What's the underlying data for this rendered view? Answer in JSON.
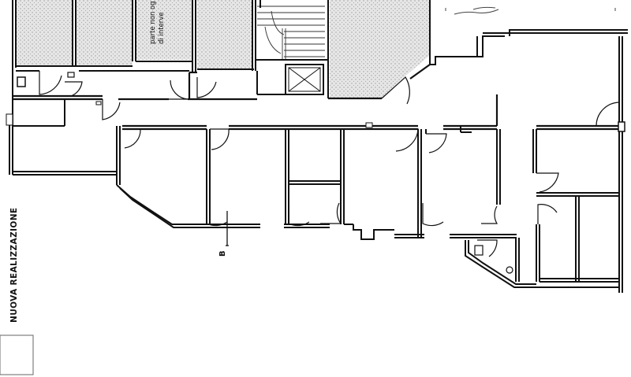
{
  "title_vertical": "NUOVA REALIZZAZIONE",
  "note_line1": "parte non og",
  "note_line2": "di interve",
  "section_marker": "B"
}
